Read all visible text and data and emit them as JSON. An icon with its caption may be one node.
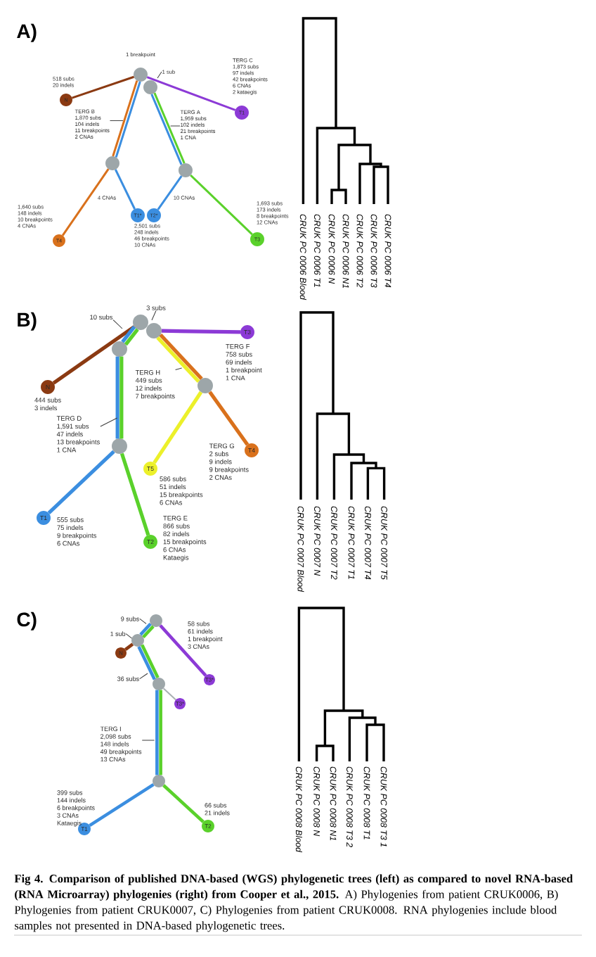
{
  "diagram": {
    "caption": "**Fig 4. Comparison of published DNA-based (WGS) phylogenetic trees (left) as compared to novel RNA-based (RNA Microarray) phylogenies (right) from Cooper et al., 2015.** A) Phylogenies from patient CRUK0006, B) Phylogenies from patient CRUK0007, C) Phylogenies from patient CRUK0008. RNA phylogenies include blood samples not presented in DNA-based phylogenetic trees.",
    "nodes": [
      {
        "text": [],
        "shape": "circle"
      },
      {
        "text": [],
        "shape": "circle"
      },
      {
        "text": [
          "N"
        ],
        "beside": [
          "518 subs",
          "20 indels"
        ]
      },
      {
        "text": [
          "T1"
        ],
        "beside": [
          "TERG C",
          "1,873 subs",
          "97 indels",
          "42 breakpoints",
          "6 CNAs",
          "2 kataegis"
        ]
      },
      {
        "text": [],
        "shape": "circle"
      },
      {
        "text": [],
        "shape": "circle"
      },
      {
        "text": [
          "T4"
        ],
        "beside": [
          "1,640 subs",
          "148 indels",
          "10 breakpoints",
          "4 CNAs"
        ]
      },
      {
        "text": [
          "T1*"
        ]
      },
      {
        "text": [
          "T2*"
        ]
      },
      {
        "text": [
          "T3"
        ],
        "beside": [
          "1,693 subs",
          "173 indels",
          "8 breakpoints",
          "12 CNAs"
        ]
      },
      {
        "text": [
          "1 sub"
        ]
      },
      {
        "text": [
          "TERG B",
          "1,870 subs",
          "104 indels",
          "11 breakpoints",
          "2 CNAs"
        ]
      },
      {
        "text": [
          "TERG A",
          "1,959 subs",
          "102 indels",
          "21 breakpoints",
          "1 CNA"
        ]
      },
      {
        "text": [],
        "shape": "circle"
      },
      {
        "text": [],
        "shape": "circle"
      },
      {
        "text": [],
        "shape": "circle"
      },
      {
        "text": [
          "T3"
        ],
        "beside": [
          "TERG F",
          "758 subs",
          "69 indels",
          "1 breakpoint",
          "1 CNA"
        ]
      },
      {
        "text": [
          "N"
        ],
        "beside": [
          "444 subs",
          "3 indels"
        ]
      },
      {
        "text": [],
        "shape": "circle"
      },
      {
        "text": [],
        "shape": "circle"
      },
      {
        "text": [
          "T4"
        ],
        "beside": [
          "TERG G",
          "2 subs",
          "9 indels",
          "9 breakpoints",
          "2 CNAs"
        ]
      },
      {
        "text": [
          "T5"
        ],
        "beside": [
          "586 subs",
          "51 indels",
          "15 breakpoints",
          "6 CNAs"
        ]
      },
      {
        "text": [
          "T1"
        ],
        "beside": [
          "555 subs",
          "75 indels",
          "9 breakpoints",
          "6 CNAs"
        ]
      },
      {
        "text": [
          "T2"
        ],
        "beside": [
          "TERG E",
          "866 subs",
          "82 indels",
          "15 breakpoints",
          "6 CNAs",
          "Kataegis"
        ]
      },
      {
        "text": [
          "10 subs"
        ]
      },
      {
        "text": [
          "3 subs"
        ]
      },
      {
        "text": [
          "TERG H",
          "449 subs",
          "12 indels",
          "7 breakpoints"
        ]
      },
      {
        "text": [
          "TERG D",
          "1,591 subs",
          "47 indels",
          "13 breakpoints",
          "1 CNA"
        ]
      },
      {
        "text": [],
        "shape": "circle"
      },
      {
        "text": [],
        "shape": "circle"
      },
      {
        "text": [
          "N"
        ]
      },
      {
        "text": [
          "T3*"
        ]
      },
      {
        "text": [],
        "shape": "circle"
      },
      {
        "text": [
          "T3*"
        ]
      },
      {
        "text": [],
        "shape": "circle"
      },
      {
        "text": [
          "T1"
        ],
        "beside": [
          "399 subs",
          "144 indels",
          "6 breakpoints",
          "3 CNAs",
          "Kataegis"
        ]
      },
      {
        "text": [
          "T2"
        ],
        "beside": [
          "66 subs",
          "21 indels"
        ]
      },
      {
        "text": [
          "9 subs"
        ]
      },
      {
        "text": [
          "1 sub"
        ]
      },
      {
        "text": [
          "36 subs"
        ]
      },
      {
        "text": [
          "TERG I",
          "2,098 subs",
          "148 indels",
          "49 breakpoints",
          "13 CNAs"
        ]
      }
    ],
    "edges": [
      {
        "from": 0,
        "to": 2,
        "arrow": "none",
        "color": "#8b3a12"
      },
      {
        "from": 0,
        "to": 3,
        "arrow": "none",
        "color": "#8c3ad6"
      },
      {
        "from": 0,
        "to": 4,
        "arrow": "none",
        "color": "#d9711c"
      },
      {
        "from": 0,
        "to": 4,
        "arrow": "none",
        "color": "#3b8ee0"
      },
      {
        "from": 1,
        "to": 5,
        "arrow": "none",
        "color": "#3b8ee0"
      },
      {
        "from": 1,
        "to": 5,
        "arrow": "none",
        "color": "#5ad12b"
      },
      {
        "from": 4,
        "to": 6,
        "arrow": "none",
        "color": "#d9711c"
      },
      {
        "from": 4,
        "to": 7,
        "arrow": "none",
        "color": "#3b8ee0"
      },
      {
        "from": 5,
        "to": 8,
        "arrow": "none",
        "color": "#3b8ee0"
      },
      {
        "from": 5,
        "to": 9,
        "arrow": "none",
        "color": "#5ad12b"
      },
      {
        "from": 10,
        "to": null,
        "arrow": "none",
        "color": "#3c3c3c"
      },
      {
        "from": 11,
        "to": null,
        "arrow": "none",
        "color": "#3c3c3c"
      },
      {
        "from": 12,
        "to": null,
        "arrow": "none",
        "color": "#3c3c3c"
      },
      {
        "from": 13,
        "to": 17,
        "arrow": "none",
        "color": "#8b3a12"
      },
      {
        "from": 13,
        "to": 15,
        "arrow": "none",
        "color": "#3b8ee0"
      },
      {
        "from": 13,
        "to": 15,
        "arrow": "none",
        "color": "#5ad12b"
      },
      {
        "from": 14,
        "to": 16,
        "arrow": "none",
        "color": "#8c3ad6"
      },
      {
        "from": 14,
        "to": 18,
        "arrow": "none",
        "color": "#ecf02a"
      },
      {
        "from": 14,
        "to": 18,
        "arrow": "none",
        "color": "#d9711c"
      },
      {
        "from": 15,
        "to": 19,
        "arrow": "none",
        "color": "#3b8ee0"
      },
      {
        "from": 15,
        "to": 19,
        "arrow": "none",
        "color": "#5ad12b"
      },
      {
        "from": 18,
        "to": 21,
        "arrow": "none",
        "color": "#ecf02a"
      },
      {
        "from": 18,
        "to": 20,
        "arrow": "none",
        "color": "#d9711c"
      },
      {
        "from": 19,
        "to": 22,
        "arrow": "none",
        "color": "#3b8ee0"
      },
      {
        "from": 19,
        "to": 23,
        "arrow": "none",
        "color": "#5ad12b"
      },
      {
        "from": 24,
        "to": null,
        "arrow": "none",
        "color": "#3c3c3c"
      },
      {
        "from": 25,
        "to": null,
        "arrow": "none",
        "color": "#3c3c3c"
      },
      {
        "from": 26,
        "to": null,
        "arrow": "none",
        "color": "#3c3c3c"
      },
      {
        "from": 27,
        "to": null,
        "arrow": "none",
        "color": "#3c3c3c"
      },
      {
        "from": 28,
        "to": 31,
        "arrow": "none",
        "color": "#8c3ad6"
      },
      {
        "from": 28,
        "to": 29,
        "arrow": "none",
        "color": "#3b8ee0"
      },
      {
        "from": 28,
        "to": 29,
        "arrow": "none",
        "color": "#5ad12b"
      },
      {
        "from": 29,
        "to": 30,
        "arrow": "none",
        "color": "#8b3a12"
      },
      {
        "from": 29,
        "to": 32,
        "arrow": "none",
        "color": "#3b8ee0"
      },
      {
        "from": 29,
        "to": 32,
        "arrow": "none",
        "color": "#5ad12b"
      },
      {
        "from": 32,
        "to": 33,
        "arrow": "none",
        "color": "#a9b0b3"
      },
      {
        "from": 32,
        "to": 34,
        "arrow": "none",
        "color": "#3b8ee0"
      },
      {
        "from": 32,
        "to": 34,
        "arrow": "none",
        "color": "#5ad12b"
      },
      {
        "from": 34,
        "to": 35,
        "arrow": "none",
        "color": "#3b8ee0"
      },
      {
        "from": 34,
        "to": 36,
        "arrow": "none",
        "color": "#5ad12b"
      },
      {
        "from": 37,
        "to": null,
        "arrow": "none",
        "color": "#3c3c3c"
      },
      {
        "from": 38,
        "to": null,
        "arrow": "none",
        "color": "#3c3c3c"
      },
      {
        "from": 39,
        "to": null,
        "arrow": "none",
        "color": "#3c3c3c"
      },
      {
        "from": 40,
        "to": null,
        "arrow": "none",
        "color": "#3c3c3c"
      }
    ],
    "labels": [
      "A)",
      "1 breakpoint",
      "4 CNAs",
      "10 CNAs",
      "2,501 subs",
      "248 indels",
      "46 breakpoints",
      "10 CNAs",
      "CRUK PC 0006 Blood",
      "CRUK PC 0006 T1",
      "CRUK PC 0006 N",
      "CRUK PC 0006 N1",
      "CRUK PC 0006 T2",
      "CRUK PC 0006 T3",
      "CRUK PC 0006 T4",
      "B)",
      "CRUK PC 0007 Blood",
      "CRUK PC 0007 N",
      "CRUK PC 0007 T2",
      "CRUK PC 0007 T1",
      "CRUK PC 0007 T4",
      "CRUK PC 0007 T5",
      "C)",
      "58 subs",
      "61 indels",
      "1 breakpoint",
      "3 CNAs",
      "CRUK PC 0008 Blood",
      "CRUK PC 0008 N",
      "CRUK PC 0008 N1",
      "CRUK PC 0008 T3 2",
      "CRUK PC 0008 T1",
      "CRUK PC 0008 T3 1"
    ]
  }
}
